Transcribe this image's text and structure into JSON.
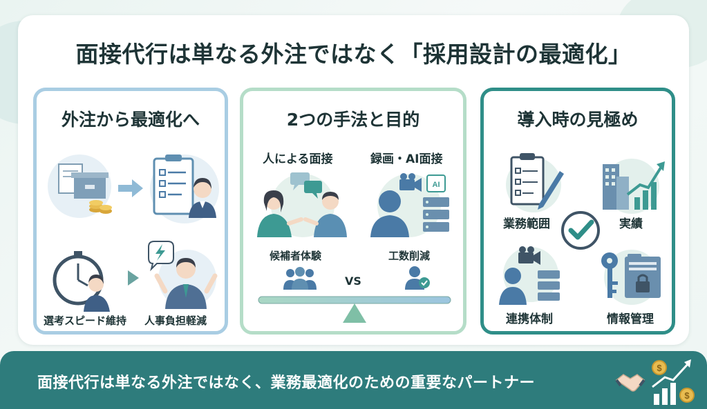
{
  "title": "面接代行は単なる外注ではなく「採用設計の最適化」",
  "panels": {
    "outsourcing": {
      "title": "外注から最適化へ",
      "label_speed": "選考スピード維持",
      "label_burden": "人事負担軽減"
    },
    "methods": {
      "title": "2つの手法と目的",
      "method_human": "人による面接",
      "method_recorded": "録画・AI面接",
      "ai_badge": "AI",
      "goal_candidate": "候補者体験",
      "vs": "VS",
      "goal_effort": "工数削減"
    },
    "evaluation": {
      "title": "導入時の見極め",
      "scope": "業務範囲",
      "track_record": "実績",
      "cooperation": "連携体制",
      "info_management": "情報管理"
    }
  },
  "footer": {
    "message": "面接代行は単なる外注ではなく、業務最適化のための重要なパートナー",
    "coin_symbol": "$"
  },
  "colors": {
    "footer_bg": "#2e7c7c",
    "panel1_border": "#a9cde3",
    "panel2_border": "#b5ddc8",
    "panel3_border": "#2f8e88",
    "icon_blue": "#4a7aa6",
    "icon_teal": "#3d9a93"
  }
}
